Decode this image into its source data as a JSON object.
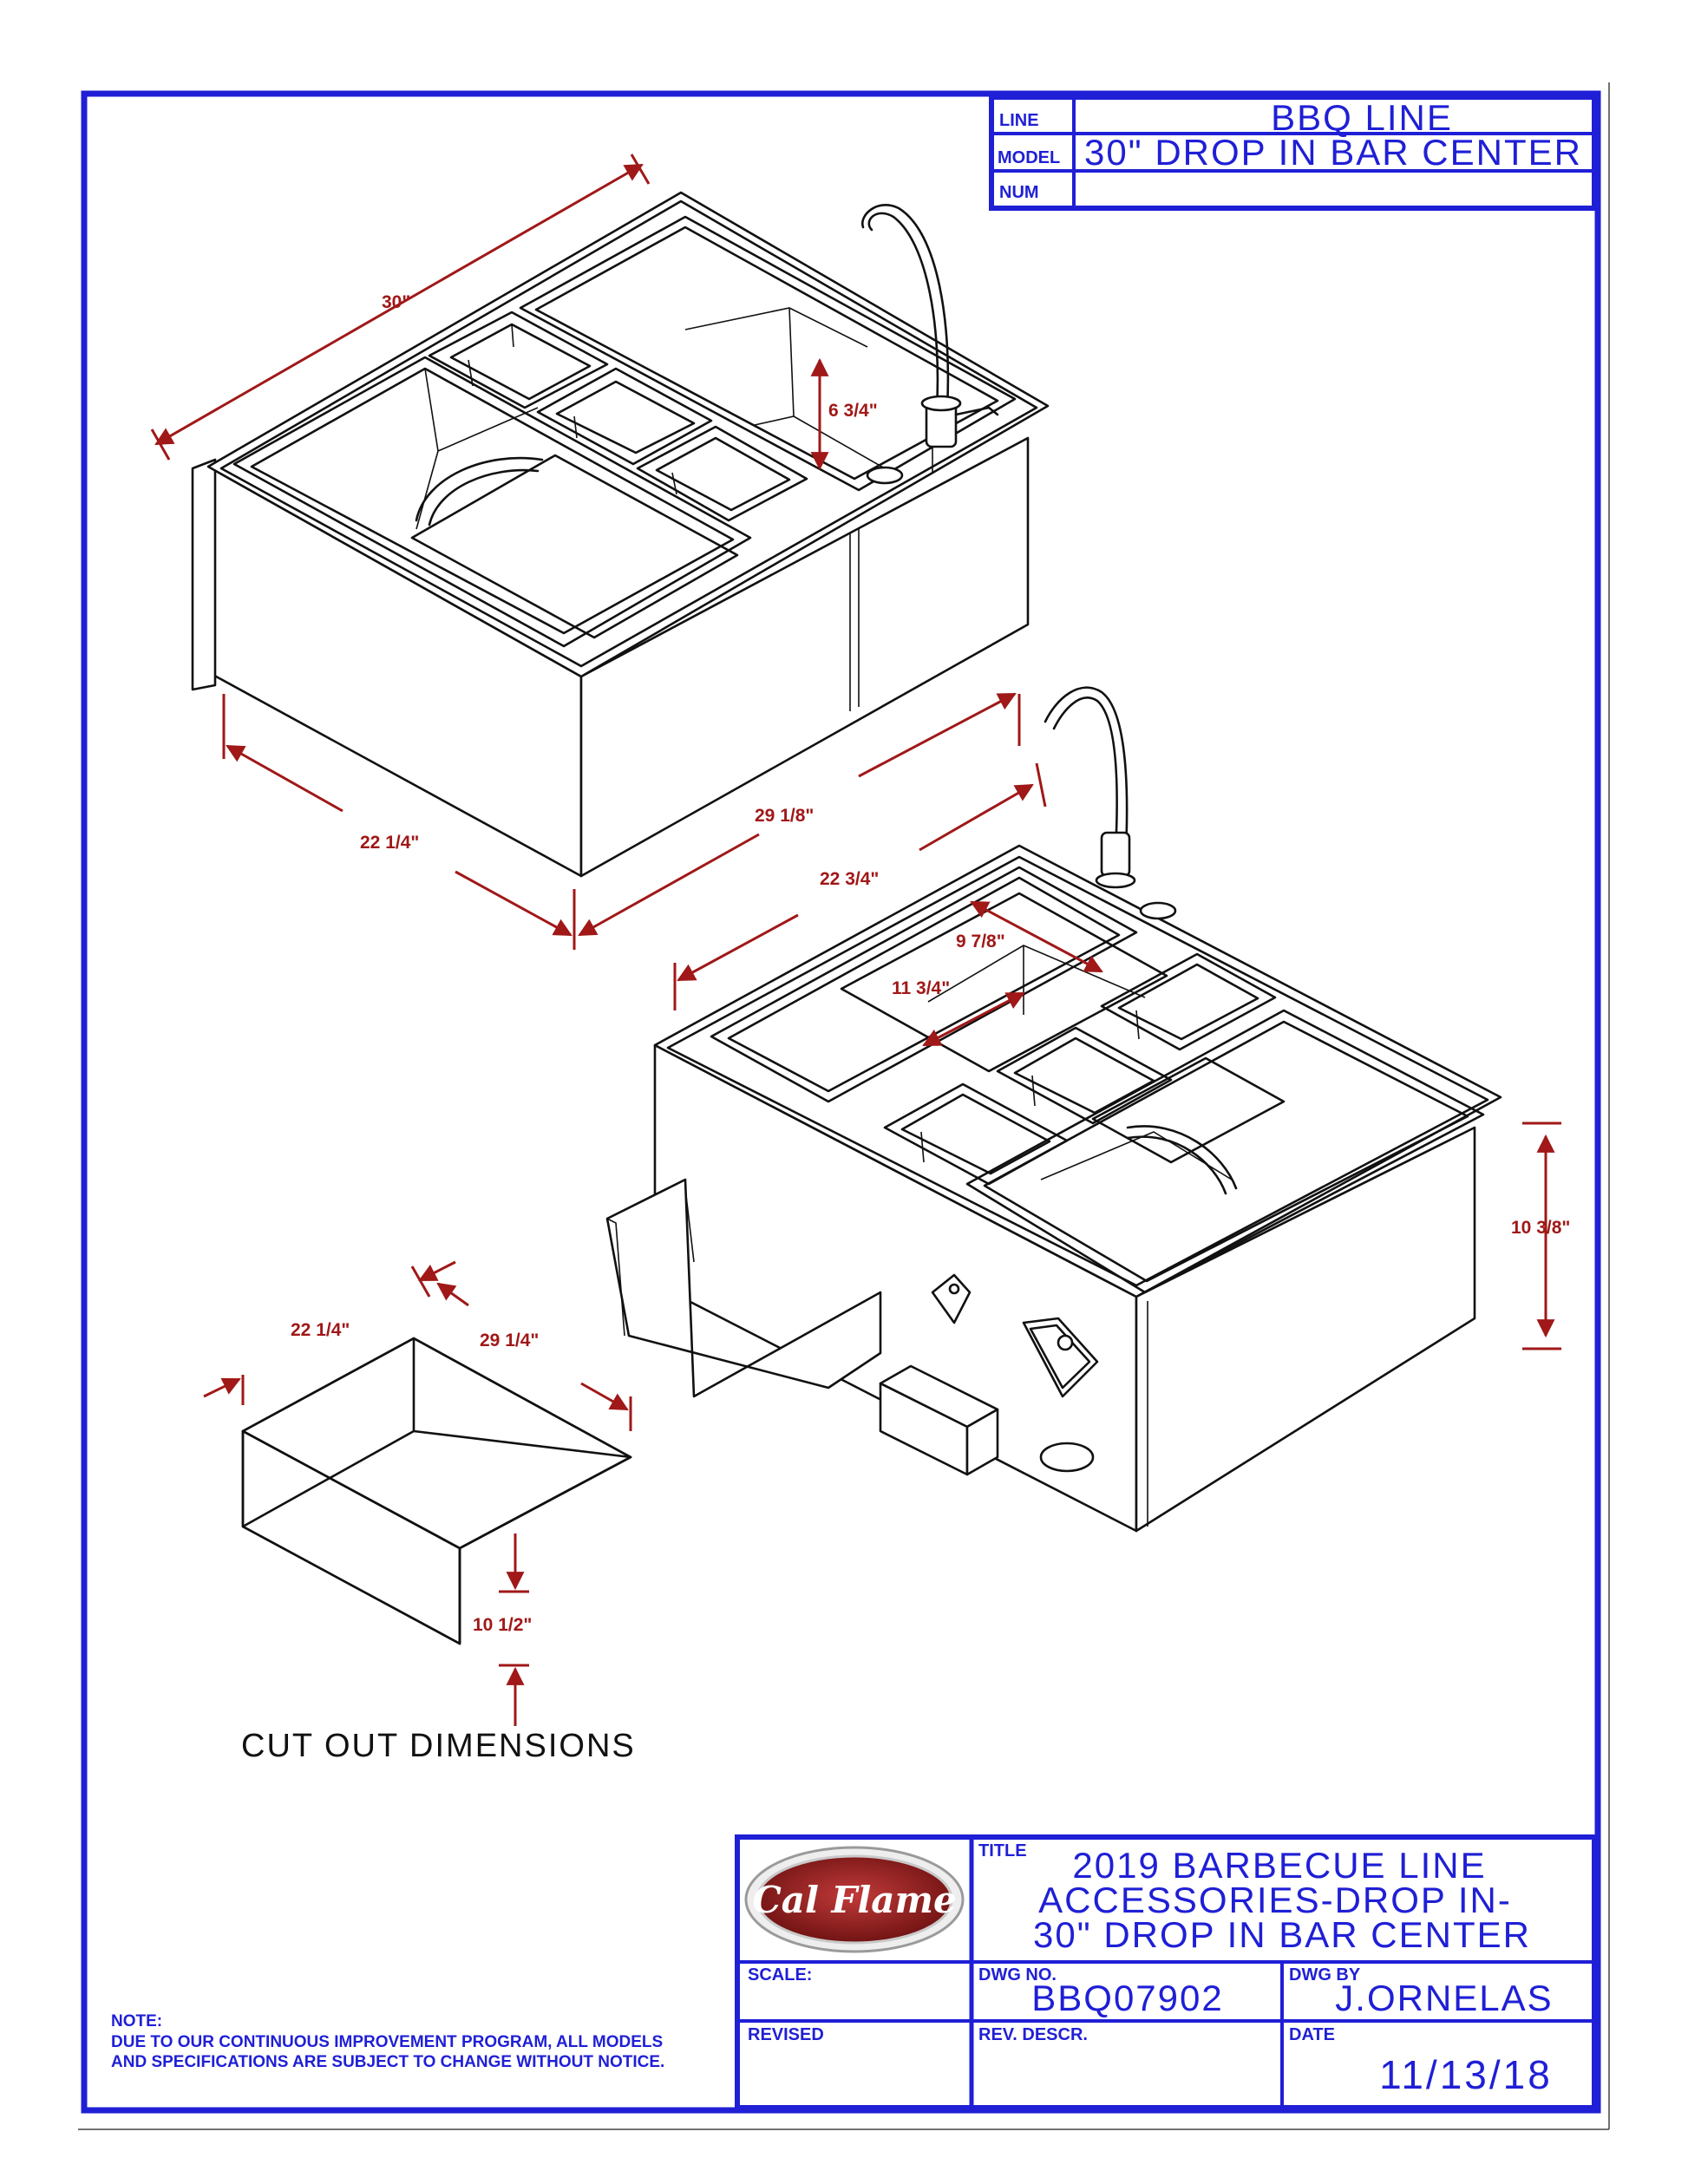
{
  "title_block_top": {
    "line_label": "LINE",
    "line_value": "BBQ LINE",
    "model_label": "MODEL",
    "model_value": "30\" DROP IN BAR CENTER",
    "num_label": "NUM",
    "num_value": ""
  },
  "title_block_bottom": {
    "logo_text": "Cal Flame",
    "title_label": "TITLE",
    "title_line1": "2019 BARBECUE LINE",
    "title_line2": "ACCESSORIES-DROP IN-",
    "title_line3": "30\" DROP IN BAR CENTER",
    "scale_label": "SCALE:",
    "scale_value": "",
    "dwg_no_label": "DWG NO.",
    "dwg_no_value": "BBQ07902",
    "dwg_by_label": "DWG BY",
    "dwg_by_value": "J.ORNELAS",
    "revised_label": "REVISED",
    "rev_descr_label": "REV. DESCR.",
    "date_label": "DATE",
    "date_value": "11/13/18"
  },
  "note": {
    "heading": "NOTE:",
    "line1": "DUE TO OUR CONTINUOUS IMPROVEMENT PROGRAM, ALL MODELS",
    "line2": "AND SPECIFICATIONS ARE SUBJECT TO CHANGE WITHOUT NOTICE."
  },
  "dimensions": {
    "top_width": "30\"",
    "sink_depth": "6 3/4\"",
    "base_depth": "22 1/4\"",
    "base_width": "29 1/8\"",
    "top_depth": "22 3/4\"",
    "sink_width": "9 7/8\"",
    "sink_length": "11 3/4\"",
    "height": "10 3/8\"",
    "cutout_depth": "22 1/4\"",
    "cutout_width": "29 1/4\"",
    "cutout_height": "10 1/2\""
  },
  "cutout_caption": "CUT OUT DIMENSIONS",
  "colors": {
    "border": "#1f1fd6",
    "dimension": "#a01818",
    "linework": "#111111",
    "logo_red": "#8e1b1b"
  }
}
